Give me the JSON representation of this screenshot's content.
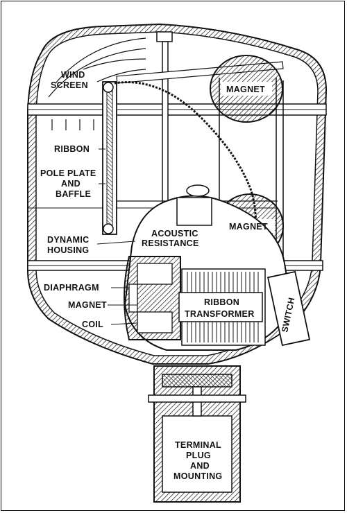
{
  "labels": {
    "wind_screen_1": "WIND",
    "wind_screen_2": "SCREEN",
    "ribbon": "RIBBON",
    "pole_plate_1": "POLE PLATE",
    "pole_plate_2": "AND",
    "pole_plate_3": "BAFFLE",
    "dynamic_housing_1": "DYNAMIC",
    "dynamic_housing_2": "HOUSING",
    "diaphragm": "DIAPHRAGM",
    "magnet_left": "MAGNET",
    "coil": "COIL",
    "magnet_top": "MAGNET",
    "magnet_mid": "MAGNET",
    "acoustic_1": "ACOUSTIC",
    "acoustic_2": "RESISTANCE",
    "ribbon_transformer_1": "RIBBON",
    "ribbon_transformer_2": "TRANSFORMER",
    "switch": "SWITCH",
    "terminal_1": "TERMINAL",
    "terminal_2": "PLUG",
    "terminal_3": "AND",
    "terminal_4": "MOUNTING"
  }
}
